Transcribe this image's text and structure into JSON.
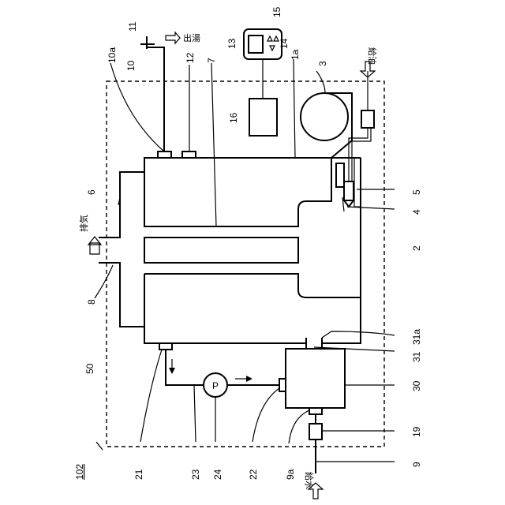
{
  "labels": {
    "hot_water_out": "出湯",
    "exhaust": "排気",
    "oil_supply": "給油",
    "water_supply": "給水",
    "pump": "P"
  },
  "ref_numerals": {
    "n102": "102",
    "n50": "50",
    "n8": "8",
    "n6": "6",
    "n11": "11",
    "n10": "10",
    "n10a": "10a",
    "n12": "12",
    "n7": "7",
    "n15": "15",
    "n13": "13",
    "n14": "14",
    "n16": "16",
    "n1a": "1a",
    "n3": "3",
    "n5": "5",
    "n4": "4",
    "n2": "2",
    "n31a": "31a",
    "n31": "31",
    "n30": "30",
    "n19": "19",
    "n9": "9",
    "n9a": "9a",
    "n22": "22",
    "n24": "24",
    "n23": "23",
    "n21": "21"
  }
}
